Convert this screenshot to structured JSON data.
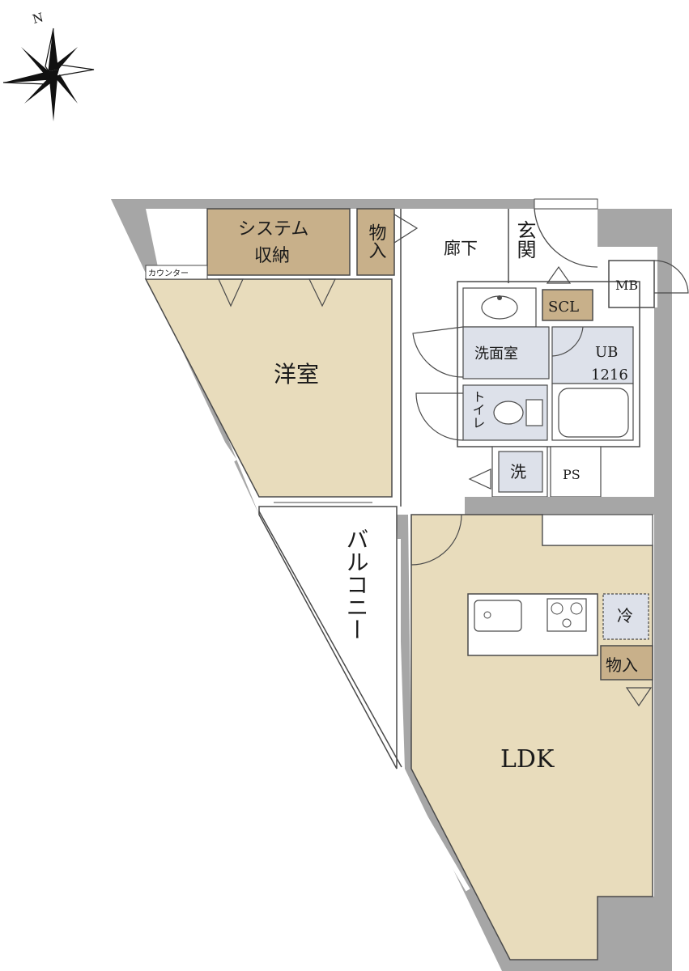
{
  "compass": {
    "north_label": "N"
  },
  "rooms": {
    "system_storage_line1": "システム",
    "system_storage_line2": "収納",
    "storage_top": "物入",
    "corridor": "廊下",
    "entrance": "玄関",
    "counter": "カウンター",
    "western_room": "洋室",
    "scl": "SCL",
    "mb": "MB",
    "washroom": "洗面室",
    "ub": "UB",
    "ub_size": "1216",
    "toilet": "トイレ",
    "laundry": "洗",
    "ps": "PS",
    "balcony": "バルコニー",
    "fridge": "冷",
    "storage_kitchen": "物入",
    "ldk": "LDK"
  },
  "colors": {
    "room_floor": "#e8dcbc",
    "storage": "#c8b08a",
    "wet_area": "#dde1ea",
    "wall": "#a6a6a6",
    "open_floor": "#ffffff",
    "line": "#4a4a4a"
  }
}
